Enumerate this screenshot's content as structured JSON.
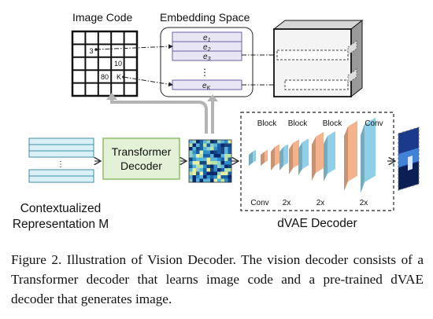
{
  "image_code": {
    "title": "Image Code",
    "cells": [
      "3",
      "10",
      "80",
      "K"
    ]
  },
  "embedding_space": {
    "title": "Embedding Space",
    "rows": [
      "e",
      "e",
      "e",
      "e"
    ],
    "subscripts": [
      "1",
      "2",
      "3",
      "K"
    ],
    "ellipsis": "⋮"
  },
  "input_ellipsis": "⋮",
  "transformer_decoder": {
    "line1": "Transformer",
    "line2": "Decoder"
  },
  "contextualized": {
    "line1": "Contextualized",
    "line2": "Representation M"
  },
  "dvae_decoder": {
    "title": "dVAE Decoder",
    "top_labels": [
      "Block",
      "Block",
      "Block",
      "Conv"
    ],
    "bottom_labels": [
      "Conv",
      "2x",
      "2x",
      "2x"
    ]
  },
  "caption": "Figure 2. Illustration of Vision Decoder. The vision decoder consists of a Transformer decoder that learns image code and a pre-trained dVAE decoder that generates image.",
  "colors": {
    "transformer_fill": "#e3f1d6",
    "transformer_border": "#8cbf6a",
    "input_fill": "#d9f0f6",
    "input_border": "#3f8fa6",
    "layer_blue": "#8fd0e8",
    "layer_orange": "#f4b38c",
    "arrow_grey": "#b4b4b4"
  }
}
